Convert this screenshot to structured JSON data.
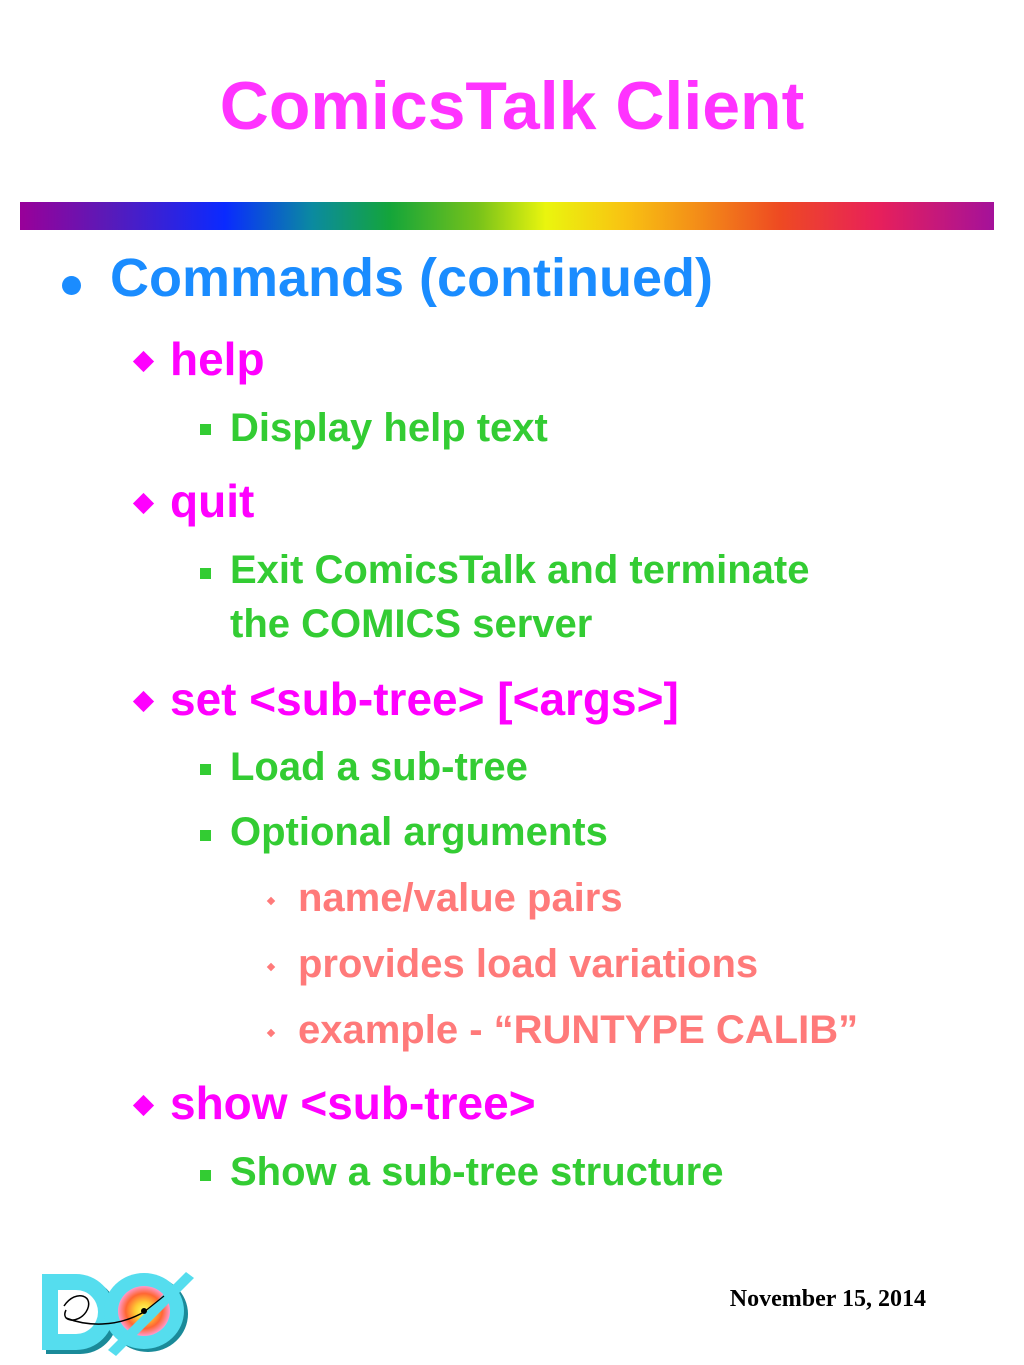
{
  "slide": {
    "title": "ComicsTalk Client",
    "items": [
      {
        "level": 1,
        "text": "Commands (continued)"
      },
      {
        "level": 2,
        "text": "help"
      },
      {
        "level": 3,
        "text": "Display help text"
      },
      {
        "level": 2,
        "text": "quit"
      },
      {
        "level": 3,
        "text": "Exit ComicsTalk and terminate"
      },
      {
        "level": 3,
        "text": "the COMICS server"
      },
      {
        "level": 2,
        "text": "set <sub-tree> [<args>]"
      },
      {
        "level": 3,
        "text": "Load a sub-tree"
      },
      {
        "level": 3,
        "text": "Optional arguments"
      },
      {
        "level": 4,
        "text": "name/value pairs"
      },
      {
        "level": 4,
        "text": "provides load variations"
      },
      {
        "level": 4,
        "text": "example - “RUNTYPE CALIB”"
      },
      {
        "level": 2,
        "text": "show <sub-tree>"
      },
      {
        "level": 3,
        "text": "Show a sub-tree structure"
      }
    ],
    "footer_date": "November 15, 2014",
    "logo_icon": "d0-experiment-logo-icon"
  },
  "colors": {
    "title": "#ff33ff",
    "level1": "#1a8cff",
    "level2": "#ff00ff",
    "level3": "#33cc33",
    "level4": "#ff7a7a"
  }
}
